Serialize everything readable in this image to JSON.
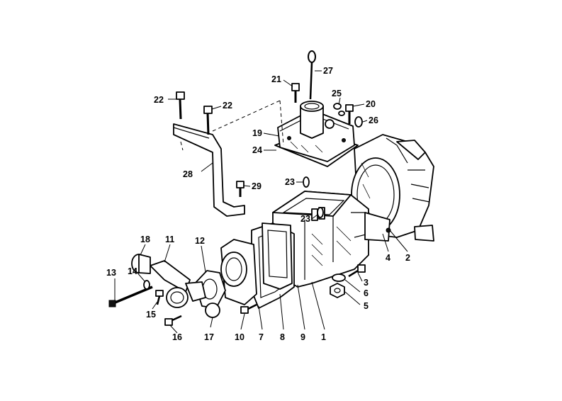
{
  "labels": {
    "l1": "1",
    "l2": "2",
    "l3": "3",
    "l4": "4",
    "l5": "5",
    "l6": "6",
    "l7": "7",
    "l8": "8",
    "l9": "9",
    "l10": "10",
    "l11": "11",
    "l12": "12",
    "l13": "13",
    "l14": "14",
    "l15": "15",
    "l16": "16",
    "l17": "17",
    "l18": "18",
    "l19": "19",
    "l20": "20",
    "l21": "21",
    "l22a": "22",
    "l22b": "22",
    "l23a": "23",
    "l23b": "23",
    "l24": "24",
    "l25": "25",
    "l26": "26",
    "l27": "27",
    "l28": "28",
    "l29": "29"
  }
}
